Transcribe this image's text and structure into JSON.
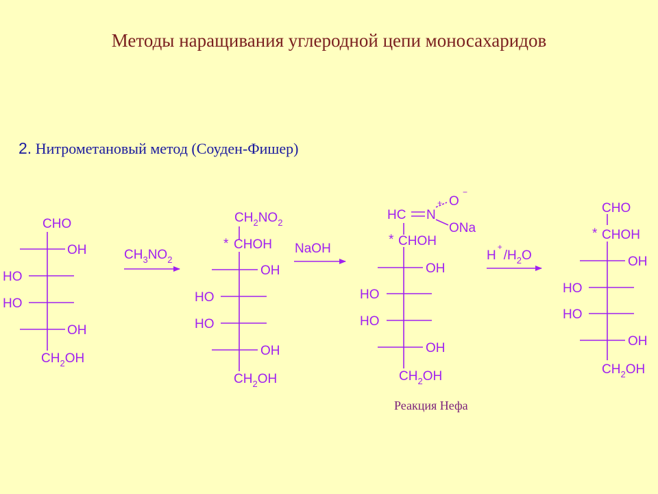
{
  "slide": {
    "title": "Методы наращивания углеродной цепи моносахаридов",
    "method_number": "2.",
    "method_name": "Нитрометановый метод (Соуден-Фишер)"
  },
  "structures": {
    "s1": {
      "top": "CHO",
      "r1": "OH",
      "l2": "HO",
      "l3": "HO",
      "r4": "OH",
      "bottom_main": "CH",
      "bottom_sub": "2",
      "bottom_tail": "OH"
    },
    "s2": {
      "top_main": "CH",
      "top_sub": "2",
      "top_tail": "NO",
      "top_sub2": "2",
      "star": "*",
      "choh": "CHOH",
      "r1": "OH",
      "l2": "HO",
      "l3": "HO",
      "r4": "OH",
      "bottom_main": "CH",
      "bottom_sub": "2",
      "bottom_tail": "OH"
    },
    "s3": {
      "hc": "HC",
      "n": "N",
      "n_charge": "+",
      "o_top": "O",
      "o_charge": "−",
      "ona": "ONa",
      "star": "*",
      "choh": "CHOH",
      "r1": "OH",
      "l2": "HO",
      "l3": "HO",
      "r4": "OH",
      "bottom_main": "CH",
      "bottom_sub": "2",
      "bottom_tail": "OH"
    },
    "s4": {
      "top": "CHO",
      "star": "*",
      "choh": "CHOH",
      "r1": "OH",
      "l2": "HO",
      "l3": "HO",
      "r4": "OH",
      "bottom_main": "CH",
      "bottom_sub": "2",
      "bottom_tail": "OH"
    }
  },
  "reagents": {
    "r1_main": "CH",
    "r1_sub": "3",
    "r1_tail": "NO",
    "r1_sub2": "2",
    "r2": "NaOH",
    "r3_h": "H",
    "r3_plus": "+",
    "r3_mid": "/H",
    "r3_sub": "2",
    "r3_tail": "O"
  },
  "caption": "Реакция Нефа"
}
